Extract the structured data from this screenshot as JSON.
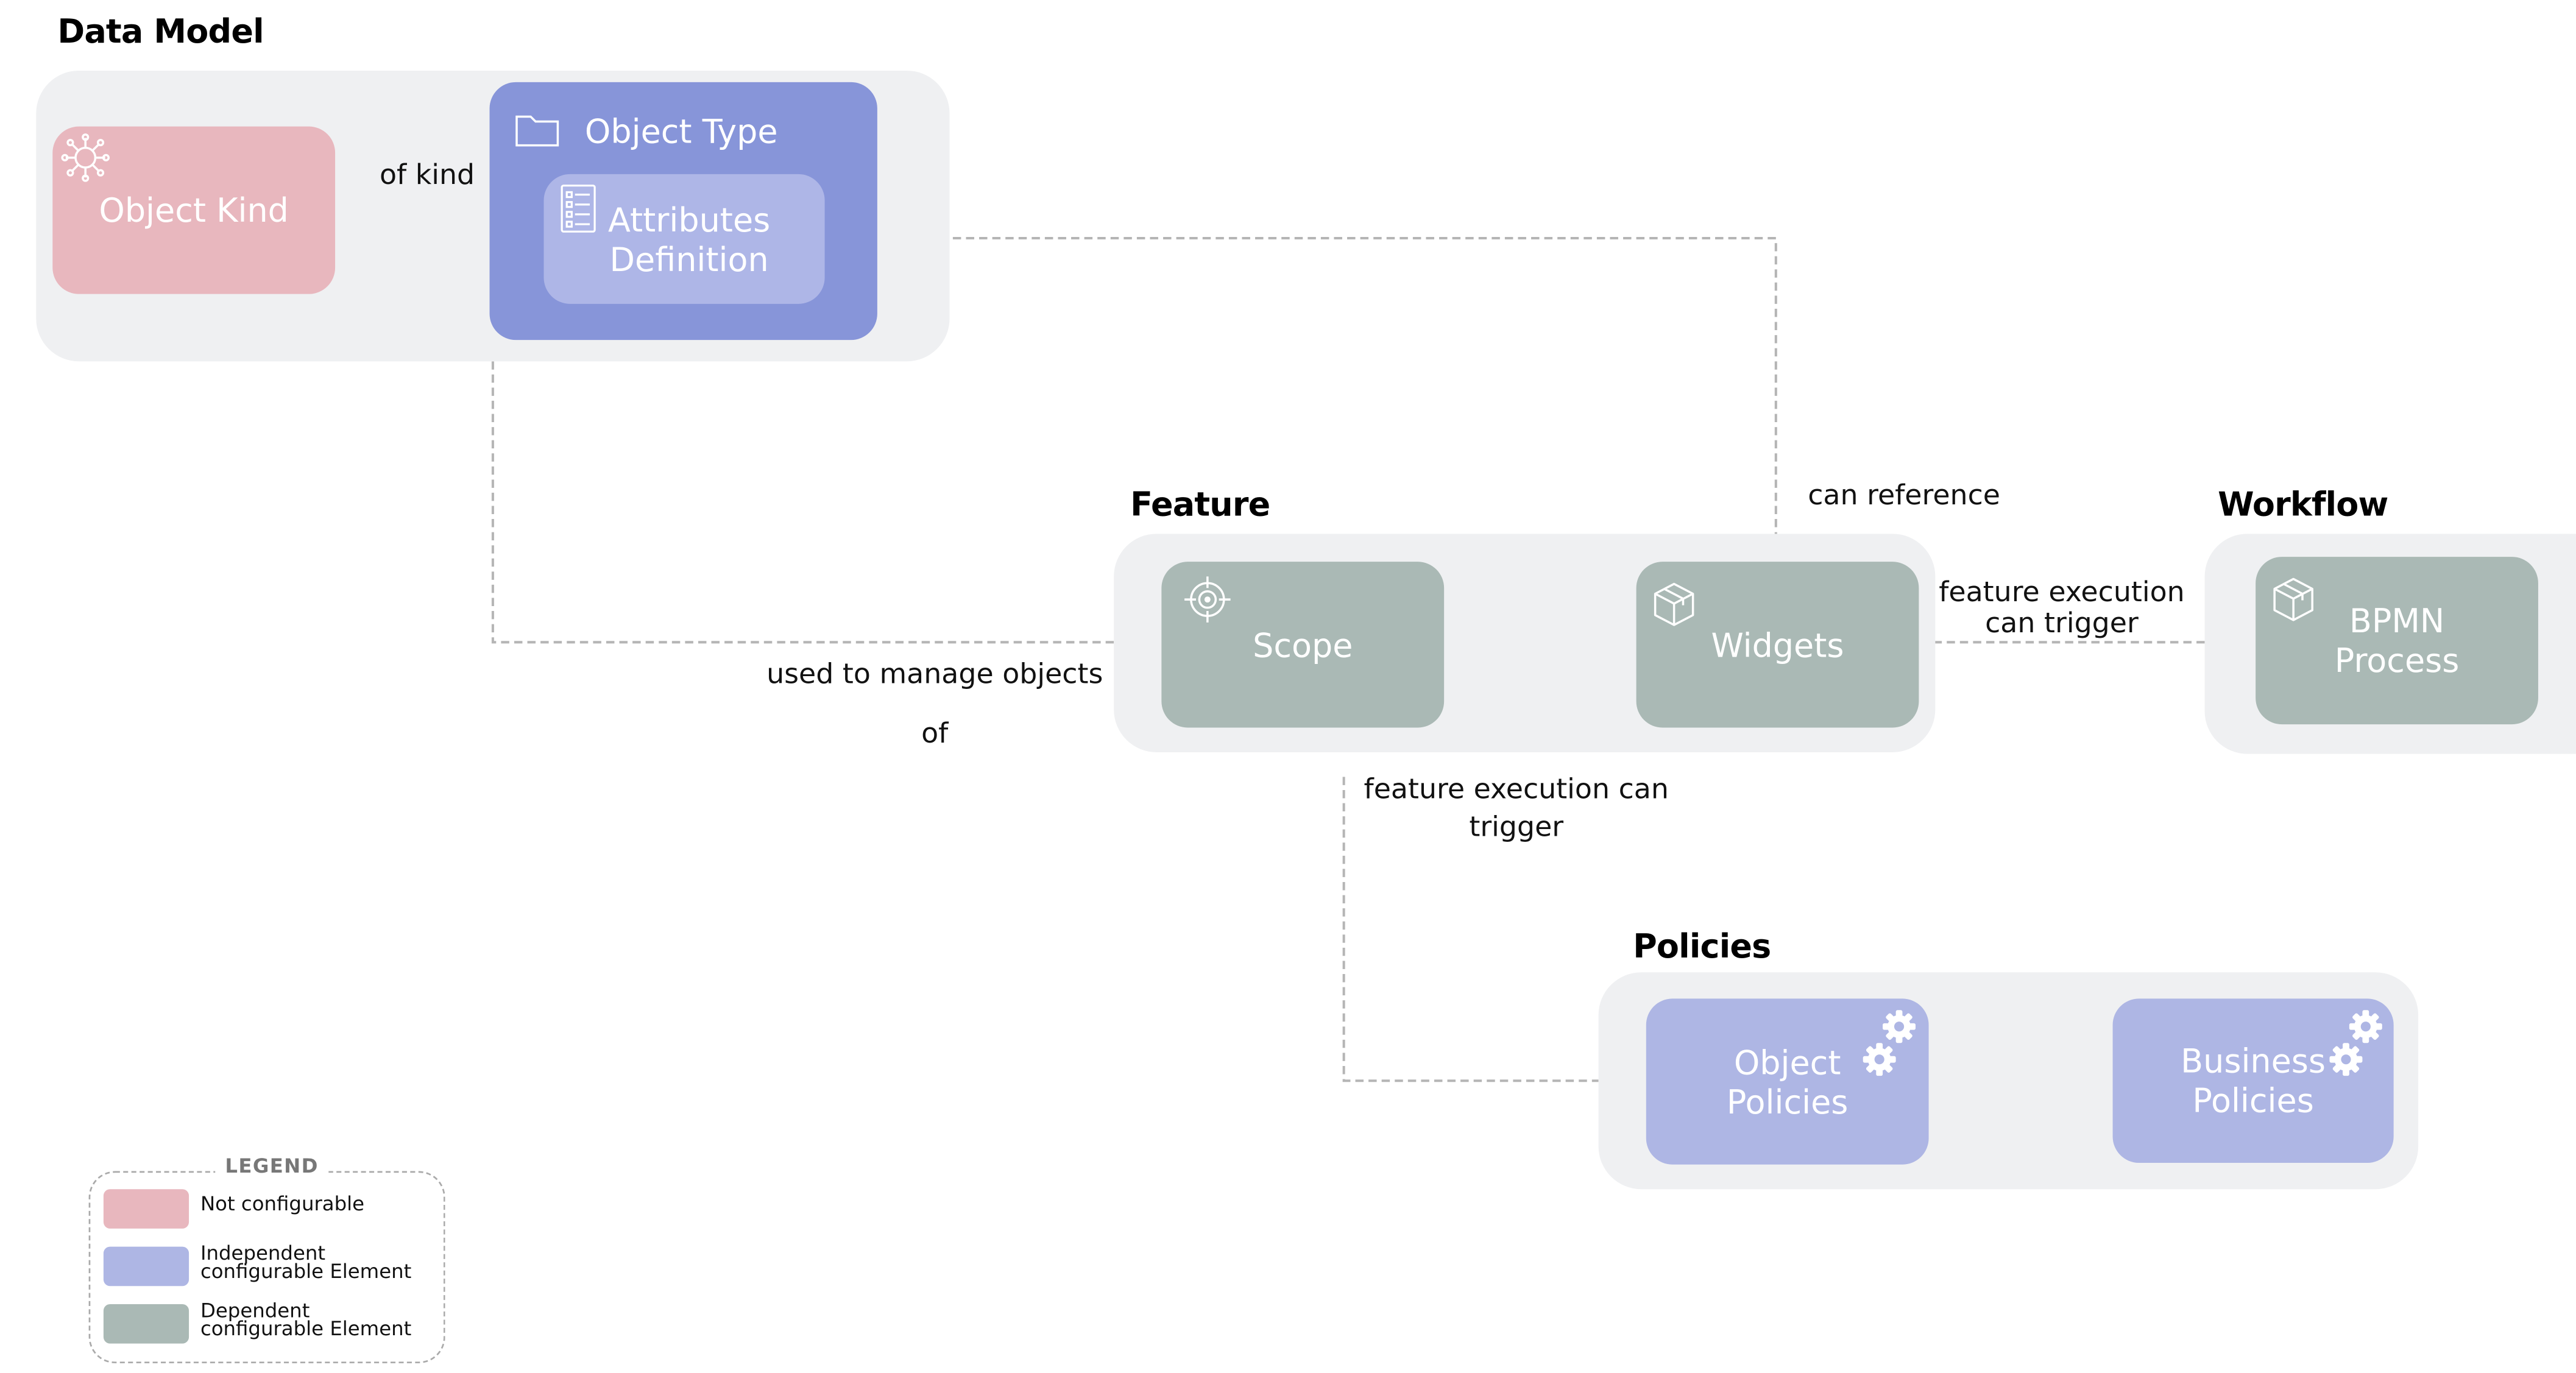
{
  "colors": {
    "not_configurable": "#e8b7be",
    "independent": "#aeb6e4",
    "independent_dark": "#8795d9",
    "dependent": "#aab9b5",
    "group_bg": "#eff0f2",
    "connector": "#b5b5b5"
  },
  "sections": {
    "data_model": "Data Model",
    "feature": "Feature",
    "workflow": "Workflow",
    "policies": "Policies"
  },
  "nodes": {
    "object_kind": {
      "label": "Object Kind",
      "icon": "virus-icon"
    },
    "object_type": {
      "label": "Object Type",
      "icon": "folder-icon"
    },
    "attributes_definition": {
      "label": "Attributes\nDefinition",
      "icon": "checklist-icon"
    },
    "scope": {
      "label": "Scope",
      "icon": "target-icon"
    },
    "widgets": {
      "label": "Widgets",
      "icon": "cube-icon"
    },
    "bpmn_process": {
      "label": "BPMN\nProcess",
      "icon": "cube-icon"
    },
    "object_policies": {
      "label": "Object\nPolicies",
      "icon": "gears-icon"
    },
    "business_policies": {
      "label": "Business\nPolicies",
      "icon": "gears-icon"
    }
  },
  "connections": {
    "of_kind": "of kind",
    "can_reference": "can reference",
    "feature_execution_workflow": "feature execution\ncan trigger",
    "used_to_manage_part1": "used to manage objects",
    "used_to_manage_part2": "of",
    "feature_execution_policies_part1": "feature execution can",
    "feature_execution_policies_part2": "trigger"
  },
  "legend": {
    "title": "LEGEND",
    "items": [
      {
        "label": "Not configurable",
        "color": "#e8b7be"
      },
      {
        "label": "Independent\nconfigurable Element",
        "color": "#aeb6e4"
      },
      {
        "label": "Dependent\nconfigurable Element",
        "color": "#aab9b5"
      }
    ]
  }
}
